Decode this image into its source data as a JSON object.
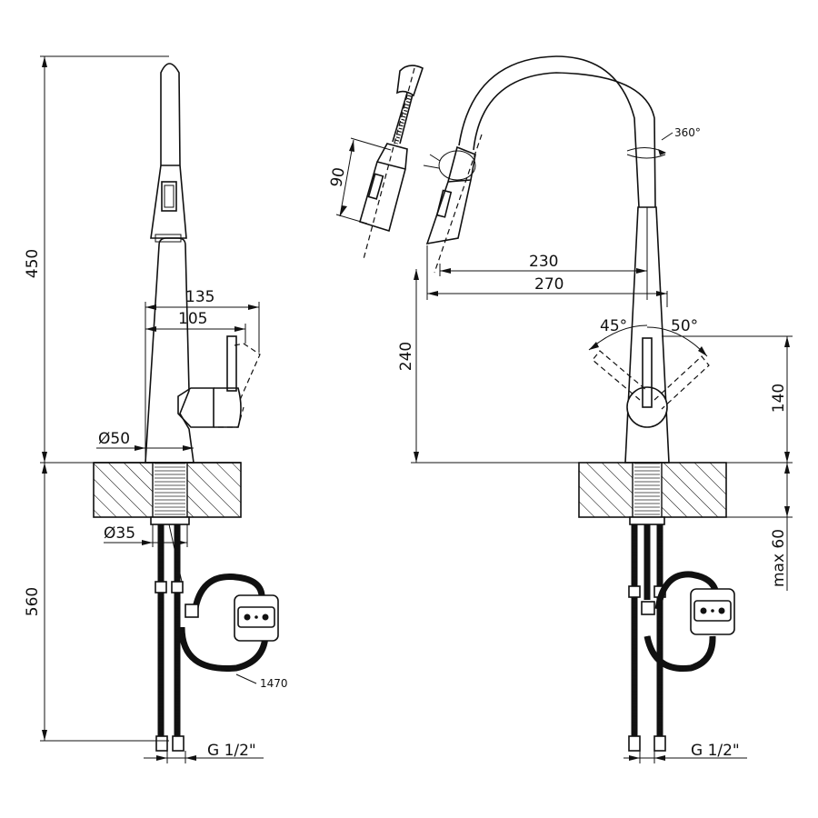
{
  "dimensions": {
    "left_total_height": "450",
    "left_reach_outer": "135",
    "left_reach_inner": "105",
    "left_base_diameter": "Ø50",
    "left_shank_diameter": "Ø35",
    "left_lower_length": "560",
    "left_hose_length": "1470",
    "left_connection": "G 1/2\"",
    "spray_length": "90",
    "rotation": "360°",
    "reach_230": "230",
    "reach_270": "270",
    "spout_height": "240",
    "lever_angle_left": "45°",
    "lever_angle_right": "50°",
    "lever_height": "140",
    "max_counter": "max 60",
    "right_connection": "G 1/2\""
  }
}
